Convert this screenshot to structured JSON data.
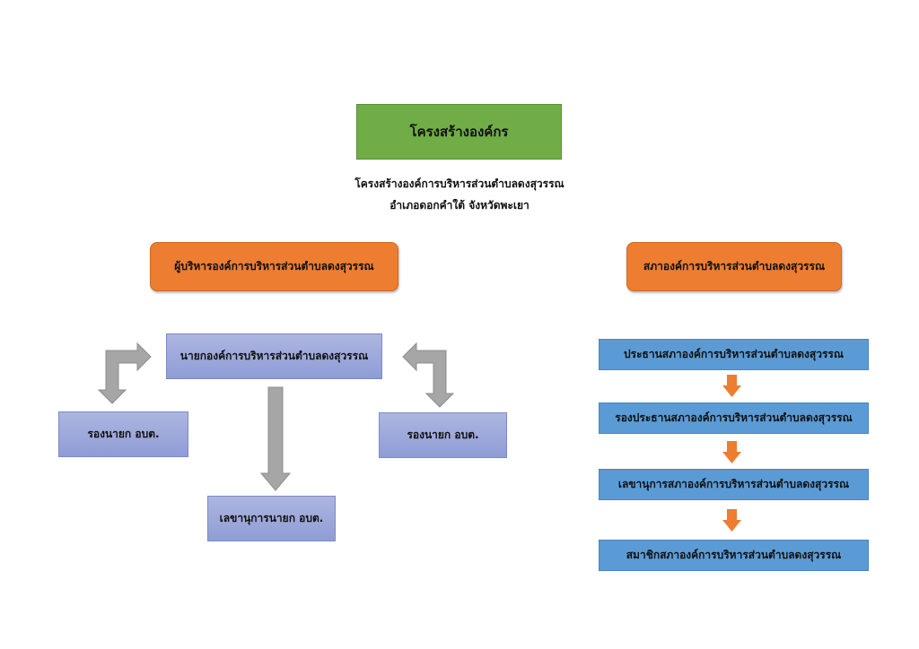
{
  "title": "โครงสร้างองค์กร",
  "subtitle_lines": [
    "โครงสร้างองค์การบริหารส่วนตำบลดงสุวรรณ",
    "อำเภอดอกคำใต้  จังหวัดพะเยา"
  ],
  "executive": {
    "header": "ผู้บริหารองค์การบริหารส่วนตำบลดงสุวรรณ",
    "mayor": "นายกองค์การบริหารส่วนตำบลดงสุวรรณ",
    "deputy_left": "รองนายก อบต.",
    "deputy_right": "รองนายก อบต.",
    "secretary": "เลขานุการนายก อบต."
  },
  "council": {
    "header": "สภาองค์การบริหารส่วนตำบลดงสุวรรณ",
    "levels": [
      "ประธานสภาองค์การบริหารส่วนตำบลดงสุวรรณ",
      "รองประธานสภาองค์การบริหารส่วนตำบลดงสุวรรณ",
      "เลขานุการสภาองค์การบริหารส่วนตำบลดงสุวรรณ",
      "สมาชิกสภาองค์การบริหารส่วนตำบลดงสุวรรณ"
    ]
  },
  "colors": {
    "title_green": "#70ad47",
    "header_orange": "#ed7d31",
    "executive_lavender": "#8f9dd6",
    "council_blue": "#5b9bd5",
    "arrow_gray": "#a6a6a6",
    "arrow_orange": "#ed7d31"
  }
}
